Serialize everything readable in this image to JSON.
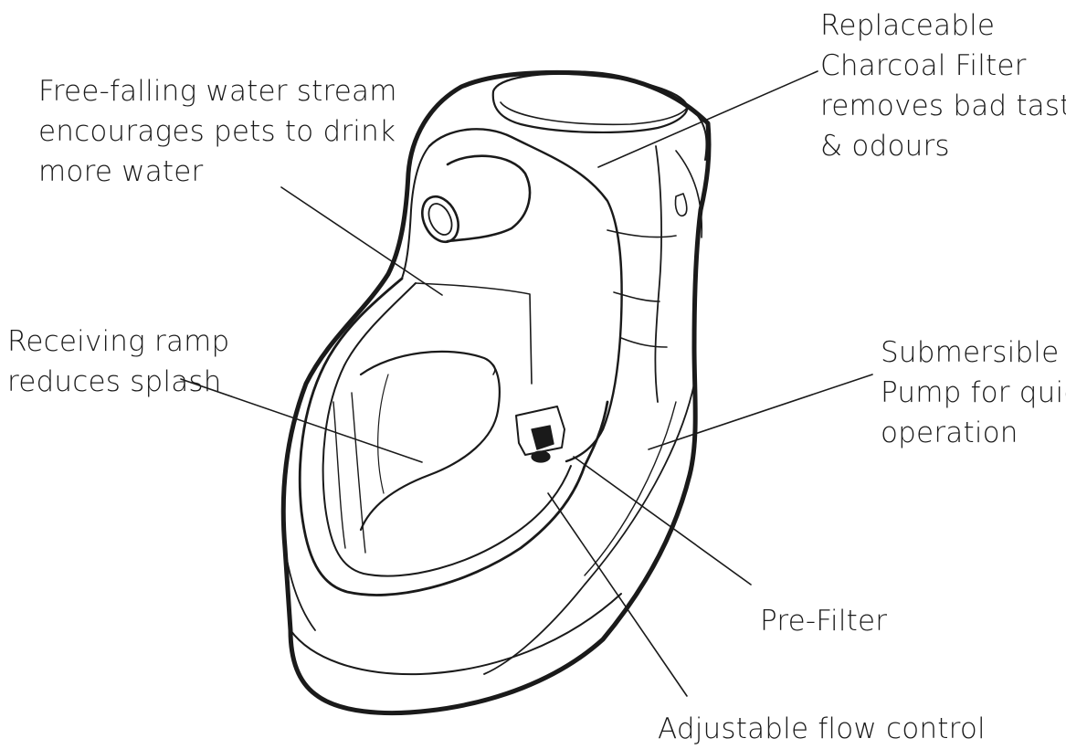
{
  "labels": {
    "stream": [
      "Free-falling water stream",
      "encourages pets to drink",
      "more water"
    ],
    "filter": [
      "Replaceable",
      "Charcoal Filter",
      "removes bad tastes",
      "& odours"
    ],
    "ramp": [
      "Receiving ramp",
      "reduces splash"
    ],
    "pump": [
      "Submersible",
      "Pump for quiet",
      "operation"
    ],
    "prefilter": [
      "Pre-Filter"
    ],
    "flow": [
      "Adjustable flow control"
    ]
  },
  "colors": {
    "ink": "#1a1a1a",
    "background": "#ffffff"
  }
}
